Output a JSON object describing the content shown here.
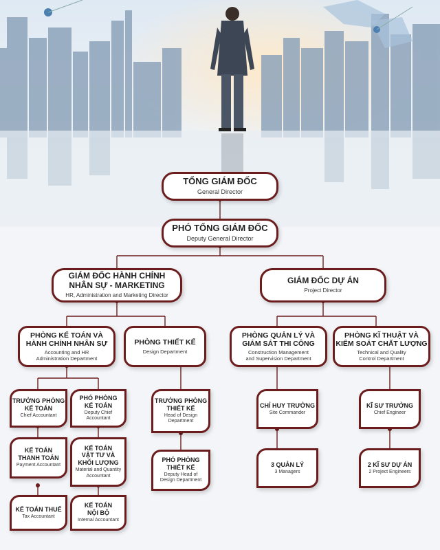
{
  "nodes": {
    "general_director": {
      "vi": "TỔNG GIÁM ĐỐC",
      "en": "General Director"
    },
    "deputy_general_director": {
      "vi": "PHÓ TỔNG GIÁM ĐỐC",
      "en": "Deputy General Director"
    },
    "hr_director": {
      "vi1": "GIÁM ĐỐC HÀNH CHÍNH",
      "vi2": "NHÂN SỰ - MARKETING",
      "en": "HR, Administration and Marketing Director"
    },
    "project_director": {
      "vi": "GIÁM ĐỐC DỰ ÁN",
      "en": "Project Director"
    },
    "accounting_dept": {
      "vi1": "PHÒNG KẾ TOÁN VÀ",
      "vi2": "HÀNH CHÍNH NHÂN SỰ",
      "en1": "Accounting and HR",
      "en2": "Administration Department"
    },
    "design_dept": {
      "vi": "PHÒNG THIẾT KẾ",
      "en": "Design Department"
    },
    "construction_dept": {
      "vi1": "PHÒNG QUẢN LÝ VÀ",
      "vi2": "GIÁM SÁT THI CÔNG",
      "en1": "Construction Management",
      "en2": "and Supervision Department"
    },
    "technical_dept": {
      "vi1": "PHÒNG KĨ THUẬT VÀ",
      "vi2": "KIỂM SOÁT CHẤT LƯỢNG",
      "en1": "Technical and Quality",
      "en2": "Control Department"
    },
    "chief_accountant": {
      "vi1": "TRƯỞNG PHÒNG",
      "vi2": "KẾ TOÁN",
      "en": "Chief Accountant"
    },
    "deputy_chief_accountant": {
      "vi1": "PHÓ PHÒNG",
      "vi2": "KẾ TOÁN",
      "en1": "Deputy Chief",
      "en2": "Accountant"
    },
    "payment_accountant": {
      "vi1": "KẾ TOÁN",
      "vi2": "THANH TOÁN",
      "en": "Payment Accountant"
    },
    "material_accountant": {
      "vi1": "KẾ TOÁN",
      "vi2": "VẬT TƯ VÀ",
      "vi3": "KHỐI LƯỢNG",
      "en1": "Material and Quantity",
      "en2": "Accountant"
    },
    "tax_accountant": {
      "vi": "KẾ TOÁN THUẾ",
      "en": "Tax Accountant"
    },
    "internal_accountant": {
      "vi1": "KẾ TOÁN",
      "vi2": "NỘI BỘ",
      "en": "Internal Accountant"
    },
    "head_design": {
      "vi1": "TRƯỞNG PHÒNG",
      "vi2": "THIẾT KẾ",
      "en1": "Head of Design",
      "en2": "Department"
    },
    "deputy_head_design": {
      "vi1": "PHÓ PHÒNG",
      "vi2": "THIẾT KẾ",
      "en1": "Deputy Head of",
      "en2": "Design Department"
    },
    "site_commander": {
      "vi": "CHỈ HUY TRƯỞNG",
      "en": "Site Commander"
    },
    "managers": {
      "vi": "3 QUẢN LÝ",
      "en": "3 Managers"
    },
    "chief_engineer": {
      "vi": "KĨ SƯ TRƯỞNG",
      "en": "Chief Engineer"
    },
    "project_engineers": {
      "vi": "2 KĨ SƯ DỰ ÁN",
      "en": "2 Project Engineers"
    }
  },
  "colors": {
    "accent": "#6b1d1d",
    "sky_top": "#d8e6f2",
    "building": "#7a93ad"
  }
}
